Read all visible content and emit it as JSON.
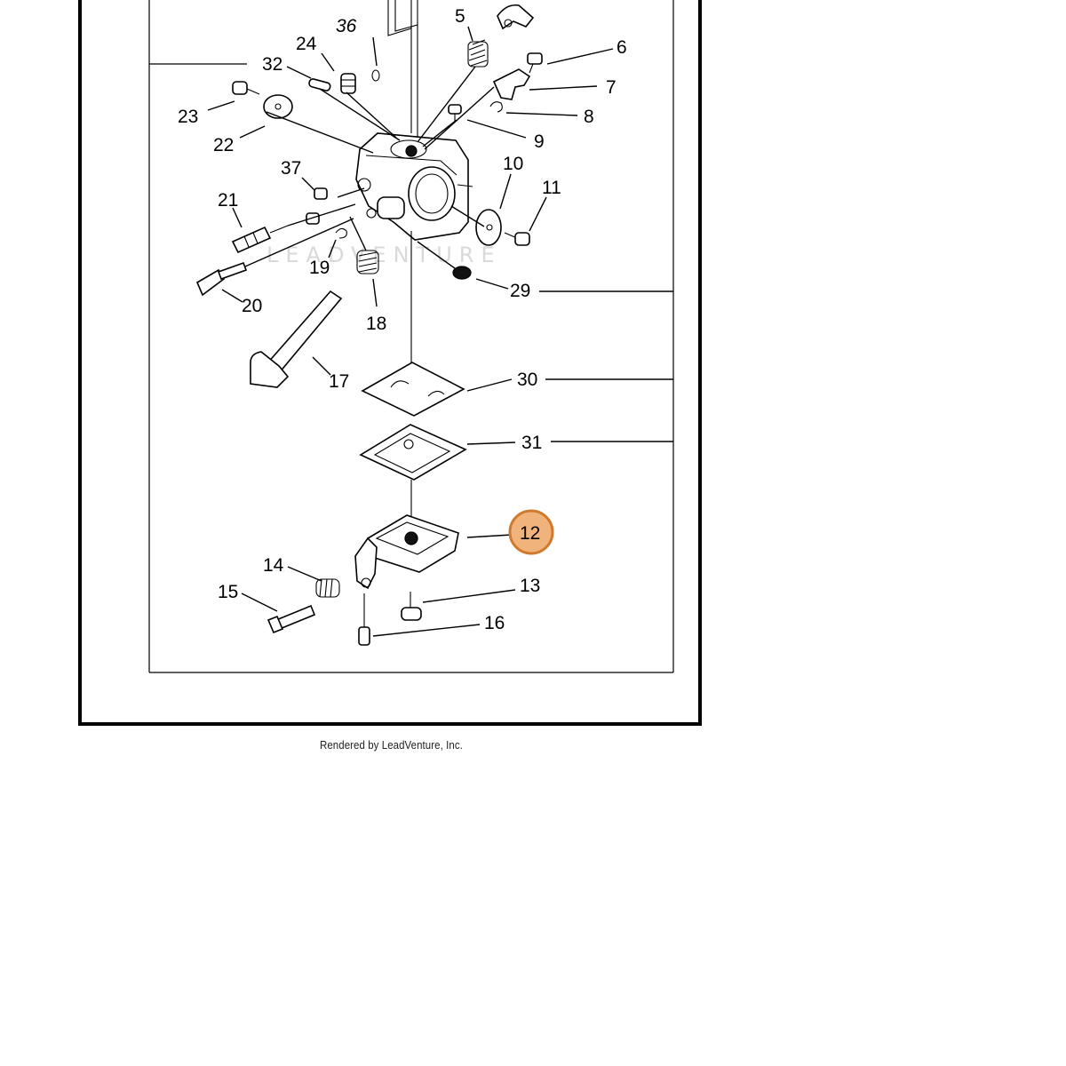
{
  "diagram": {
    "watermark": "LEADVENTURE",
    "footer_credit": "Rendered by LeadVenture, Inc.",
    "highlighted_part": "12",
    "highlight_color": "#f1b37c",
    "highlight_border_color": "#cf7a2c",
    "callouts": {
      "c5": "5",
      "c6": "6",
      "c7": "7",
      "c8": "8",
      "c9": "9",
      "c10": "10",
      "c11": "11",
      "c12": "12",
      "c13": "13",
      "c14": "14",
      "c15": "15",
      "c16": "16",
      "c17": "17",
      "c18": "18",
      "c19": "19",
      "c20": "20",
      "c21": "21",
      "c22": "22",
      "c23": "23",
      "c24": "24",
      "c29": "29",
      "c30": "30",
      "c31": "31",
      "c32": "32",
      "c36": "36",
      "c37": "37"
    }
  }
}
